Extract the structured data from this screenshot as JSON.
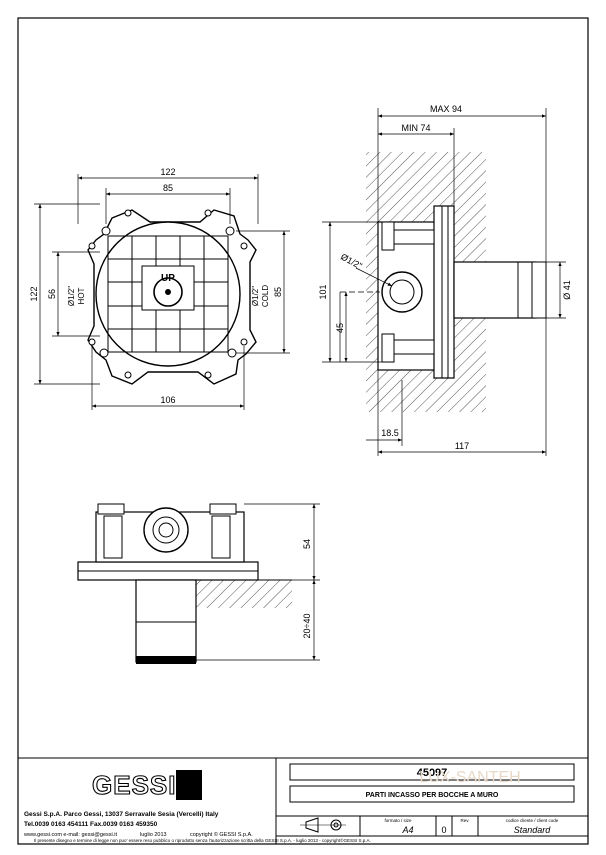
{
  "drawing": {
    "front_view": {
      "dim_top_outer": "122",
      "dim_top_inner": "85",
      "dim_bottom": "106",
      "dim_left_outer": "122",
      "dim_left_inner": "56",
      "dim_right": "85",
      "label_up": "UP",
      "label_hot_size": "Ø1/2\"",
      "label_hot": "HOT",
      "label_cold_size": "Ø1/2\"",
      "label_cold": "COLD"
    },
    "side_view": {
      "dim_max": "MAX 94",
      "dim_min": "MIN 74",
      "dim_101": "101",
      "dim_45": "45",
      "dim_outlet": "Ø1/2\"",
      "dim_diameter": "Ø 41",
      "dim_18_5": "18.5",
      "dim_117": "117"
    },
    "bottom_view": {
      "dim_54": "54",
      "dim_20_40": "20÷40"
    }
  },
  "title_block": {
    "brand": "GESSI",
    "company_line": "Gessi S.p.A. Parco Gessi, 13037 Serravalle Sesia (Vercelli) Italy",
    "phone_line": "Tel.0039 0163 454111 Fax.0039 0163 459350",
    "web_line": "www.gessi.com e-mail: gessi@gessi.it",
    "date": "luglio 2013",
    "copyright": "copyright © GESSI S.p.A.",
    "code": "45097",
    "description": "PARTI INCASSO PER BOCCHE A MURO",
    "format_header": "formato / size",
    "format": "A4",
    "rev_header": "Rev.",
    "rev": "0",
    "client_header": "codice cliente / client code",
    "client": "Standard",
    "legal": "Il presente disegno e termine di legge non puo' essere reso pubblico o riprodotto senza l'autorizzazione scritta della GESSI S.p.A. - luglio 2013 - copyright©GESSI S.p.A.",
    "watermark": "LUX-SANTEH"
  }
}
